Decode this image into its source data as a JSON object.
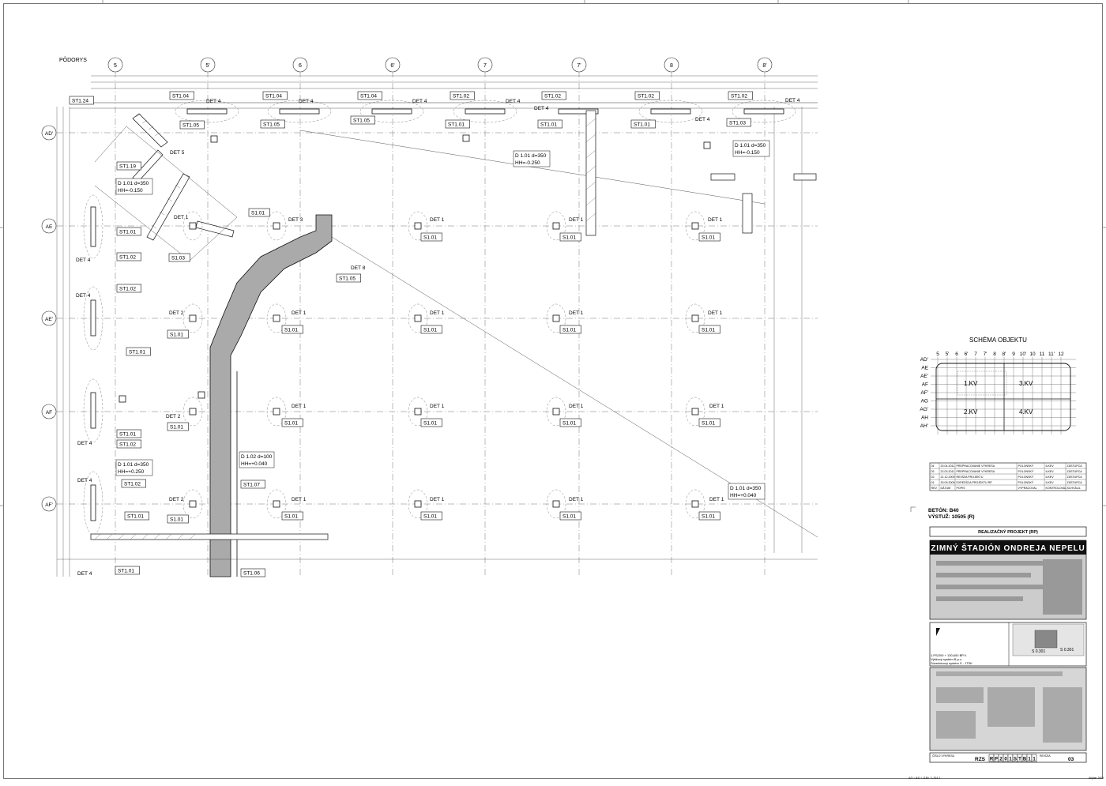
{
  "plan": {
    "title": "PÔDORYS",
    "column_axes": [
      "5",
      "5'",
      "6",
      "6'",
      "7",
      "7'",
      "8",
      "8'"
    ],
    "row_axes": [
      "AD'",
      "AE",
      "AE'",
      "AF",
      "AF'"
    ],
    "labels": {
      "st124": "ST1.24",
      "st104": "ST1.04",
      "st105": "ST1.05",
      "st102": "ST1.02",
      "st101": "ST1.01",
      "st103": "ST1.03",
      "st119": "ST1.19",
      "st107": "ST1.07",
      "st106": "ST1.06",
      "s101": "S1.01",
      "s103": "S1.03",
      "det1": "DET 1",
      "det2": "DET 2",
      "det3": "DET 3",
      "det4": "DET 4",
      "det5": "DET 5",
      "det8": "DET 8",
      "d101_a": "D 1.01 d=350",
      "d101_a2": "HH=-0.150",
      "d101_b": "D 1.01 d=350",
      "d101_b2": "HH=-0.250",
      "d101_c": "D 1.01 d=350",
      "d101_c2": "HH=-0.150",
      "d101_d": "D 1.01 d=350",
      "d101_d2": "HH=+0.250",
      "d101_e": "D 1.01 d=350",
      "d101_e2": "HH=+0.040",
      "d102": "D 1.02 d=100",
      "d102_2": "HH=+0.040"
    }
  },
  "schema": {
    "title": "SCHÉMA OBJEKTU",
    "columns": [
      "5",
      "5'",
      "6",
      "6'",
      "7",
      "7'",
      "8",
      "8'",
      "9",
      "10'",
      "10",
      "11",
      "11'",
      "12"
    ],
    "rows": [
      "AD'",
      "AE",
      "AE'",
      "AF",
      "AF'",
      "AG",
      "AG'",
      "AH",
      "AH'"
    ],
    "zones": [
      "1.KV",
      "3.KV",
      "2.KV",
      "4.KV"
    ]
  },
  "revisions": [
    {
      "no": "04",
      "date": "20.04.2011",
      "text": "PREPRACOVANIE VÝKRESU",
      "a": "POLONSKÝ",
      "b": "ILKEV",
      "c": "ZÁSTUPCA"
    },
    {
      "no": "03",
      "date": "22.03.2011",
      "text": "PREPRACOVANIE VÝKRESU",
      "a": "POLONSKÝ",
      "b": "ILKEV",
      "c": "ZÁSTUPCA"
    },
    {
      "no": "02",
      "date": "21.12.2009",
      "text": "REVÍZIA PROJEKTU",
      "a": "POLONSKÝ",
      "b": "ILKEV",
      "c": "ZÁSTUPCA"
    },
    {
      "no": "01",
      "date": "30.09.2009",
      "text": "EXPEDÍCIA PROJEKTU RP",
      "a": "POLONSKÝ",
      "b": "ILKEV",
      "c": "ZÁSTUPCA"
    },
    {
      "no": "REV.",
      "date": "DÁTUM",
      "text": "POPIS",
      "a": "VYPRACOVAL",
      "b": "KONTROLOVAL",
      "c": "SCHVÁLIL"
    }
  ],
  "materials": {
    "beton": "BETÓN: B40",
    "vystuz": "VÝSTUŽ: 10505 (R)"
  },
  "title_block": {
    "phase": "REALIZAČNÝ PROJEKT (RP)",
    "project": "ZIMNÝ ŠTADIÓN ONDREJA NEPELU",
    "scale_note1": "1.PS/200 + 130,600 BP.V.",
    "scale_note2": "Výškový systém B.p.v.",
    "scale_note3": "Súradnicový systém S - JTSK",
    "key_label1": "S 0.301",
    "key_label2": "S 0.301",
    "code_label": "ČÍSLO VÝKRESU",
    "code_prefix": "RZS",
    "code_chars": [
      "R",
      "P",
      "2",
      "0",
      "1",
      "S",
      "T",
      "B",
      "1",
      "1"
    ],
    "rev_label": "REVÍZIA",
    "sheet_no": "03"
  },
  "footer": {
    "size": "A/3 = 841 / 1189 / 1.204 J",
    "tool": "Allplan 2009"
  }
}
